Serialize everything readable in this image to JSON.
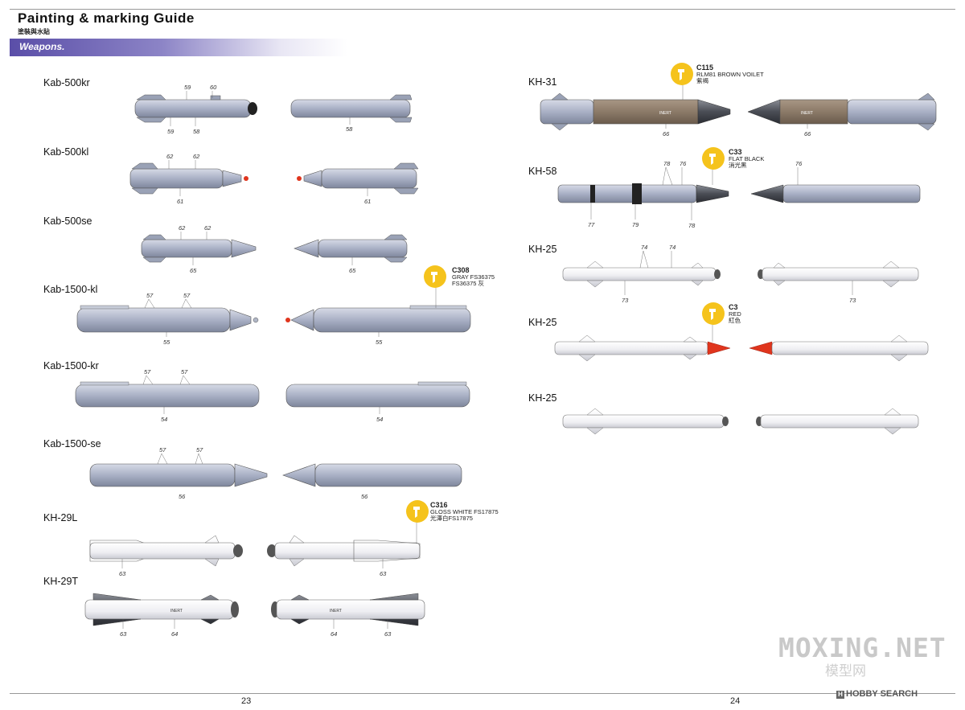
{
  "header": {
    "title": "Painting & marking Guide",
    "subtitle": "塗裝與水貼",
    "section": "Weapons."
  },
  "weapons_left": [
    "Kab-500kr",
    "Kab-500kl",
    "Kab-500se",
    "Kab-1500-kl",
    "Kab-1500-kr",
    "Kab-1500-se",
    "KH-29L",
    "KH-29T"
  ],
  "weapons_right": [
    "KH-31",
    "KH-58",
    "KH-25",
    "KH-25",
    "KH-25"
  ],
  "callouts": [
    {
      "code": "C308",
      "line1": "GRAY FS36375",
      "line2": "FS36375 灰"
    },
    {
      "code": "C316",
      "line1": "GLOSS WHITE FS17875",
      "line2": "光澤白FS17875"
    },
    {
      "code": "C115",
      "line1": "RLM81 BROWN VOILET",
      "line2": "紫褐"
    },
    {
      "code": "C33",
      "line1": "FLAT BLACK",
      "line2": "消光黑"
    },
    {
      "code": "C3",
      "line1": "RED",
      "line2": "紅色"
    }
  ],
  "part_numbers": {
    "kab500kr": [
      "59",
      "60",
      "59",
      "58",
      "58"
    ],
    "kab500kl": [
      "62",
      "62",
      "61",
      "61"
    ],
    "kab500se": [
      "62",
      "62",
      "65",
      "65"
    ],
    "kab1500kl": [
      "57",
      "57",
      "55",
      "55"
    ],
    "kab1500kr": [
      "57",
      "57",
      "54",
      "54"
    ],
    "kab1500se": [
      "57",
      "57",
      "56",
      "56"
    ],
    "kh29l": [
      "63",
      "63"
    ],
    "kh29t": [
      "63",
      "64",
      "64",
      "63"
    ],
    "kh31": [
      "66",
      "66"
    ],
    "kh58": [
      "78",
      "76",
      "76",
      "77",
      "79",
      "78"
    ],
    "kh25a": [
      "74",
      "74",
      "73",
      "73"
    ]
  },
  "stencils": {
    "inert": "INERT"
  },
  "colors": {
    "gray": "#aeb5c8",
    "white": "#f2f2f4",
    "brown": "#8b7a68",
    "black": "#222222",
    "red": "#e0351d",
    "dark_nose": "#3a3d44",
    "banner": "#5a4ea8",
    "callout_yellow": "#f5c31c"
  },
  "page_numbers": {
    "left": "23",
    "right": "24"
  },
  "watermark": {
    "text": "MOXING.NET",
    "text_cn": "模型网",
    "brand": "HOBBY SEARCH"
  }
}
